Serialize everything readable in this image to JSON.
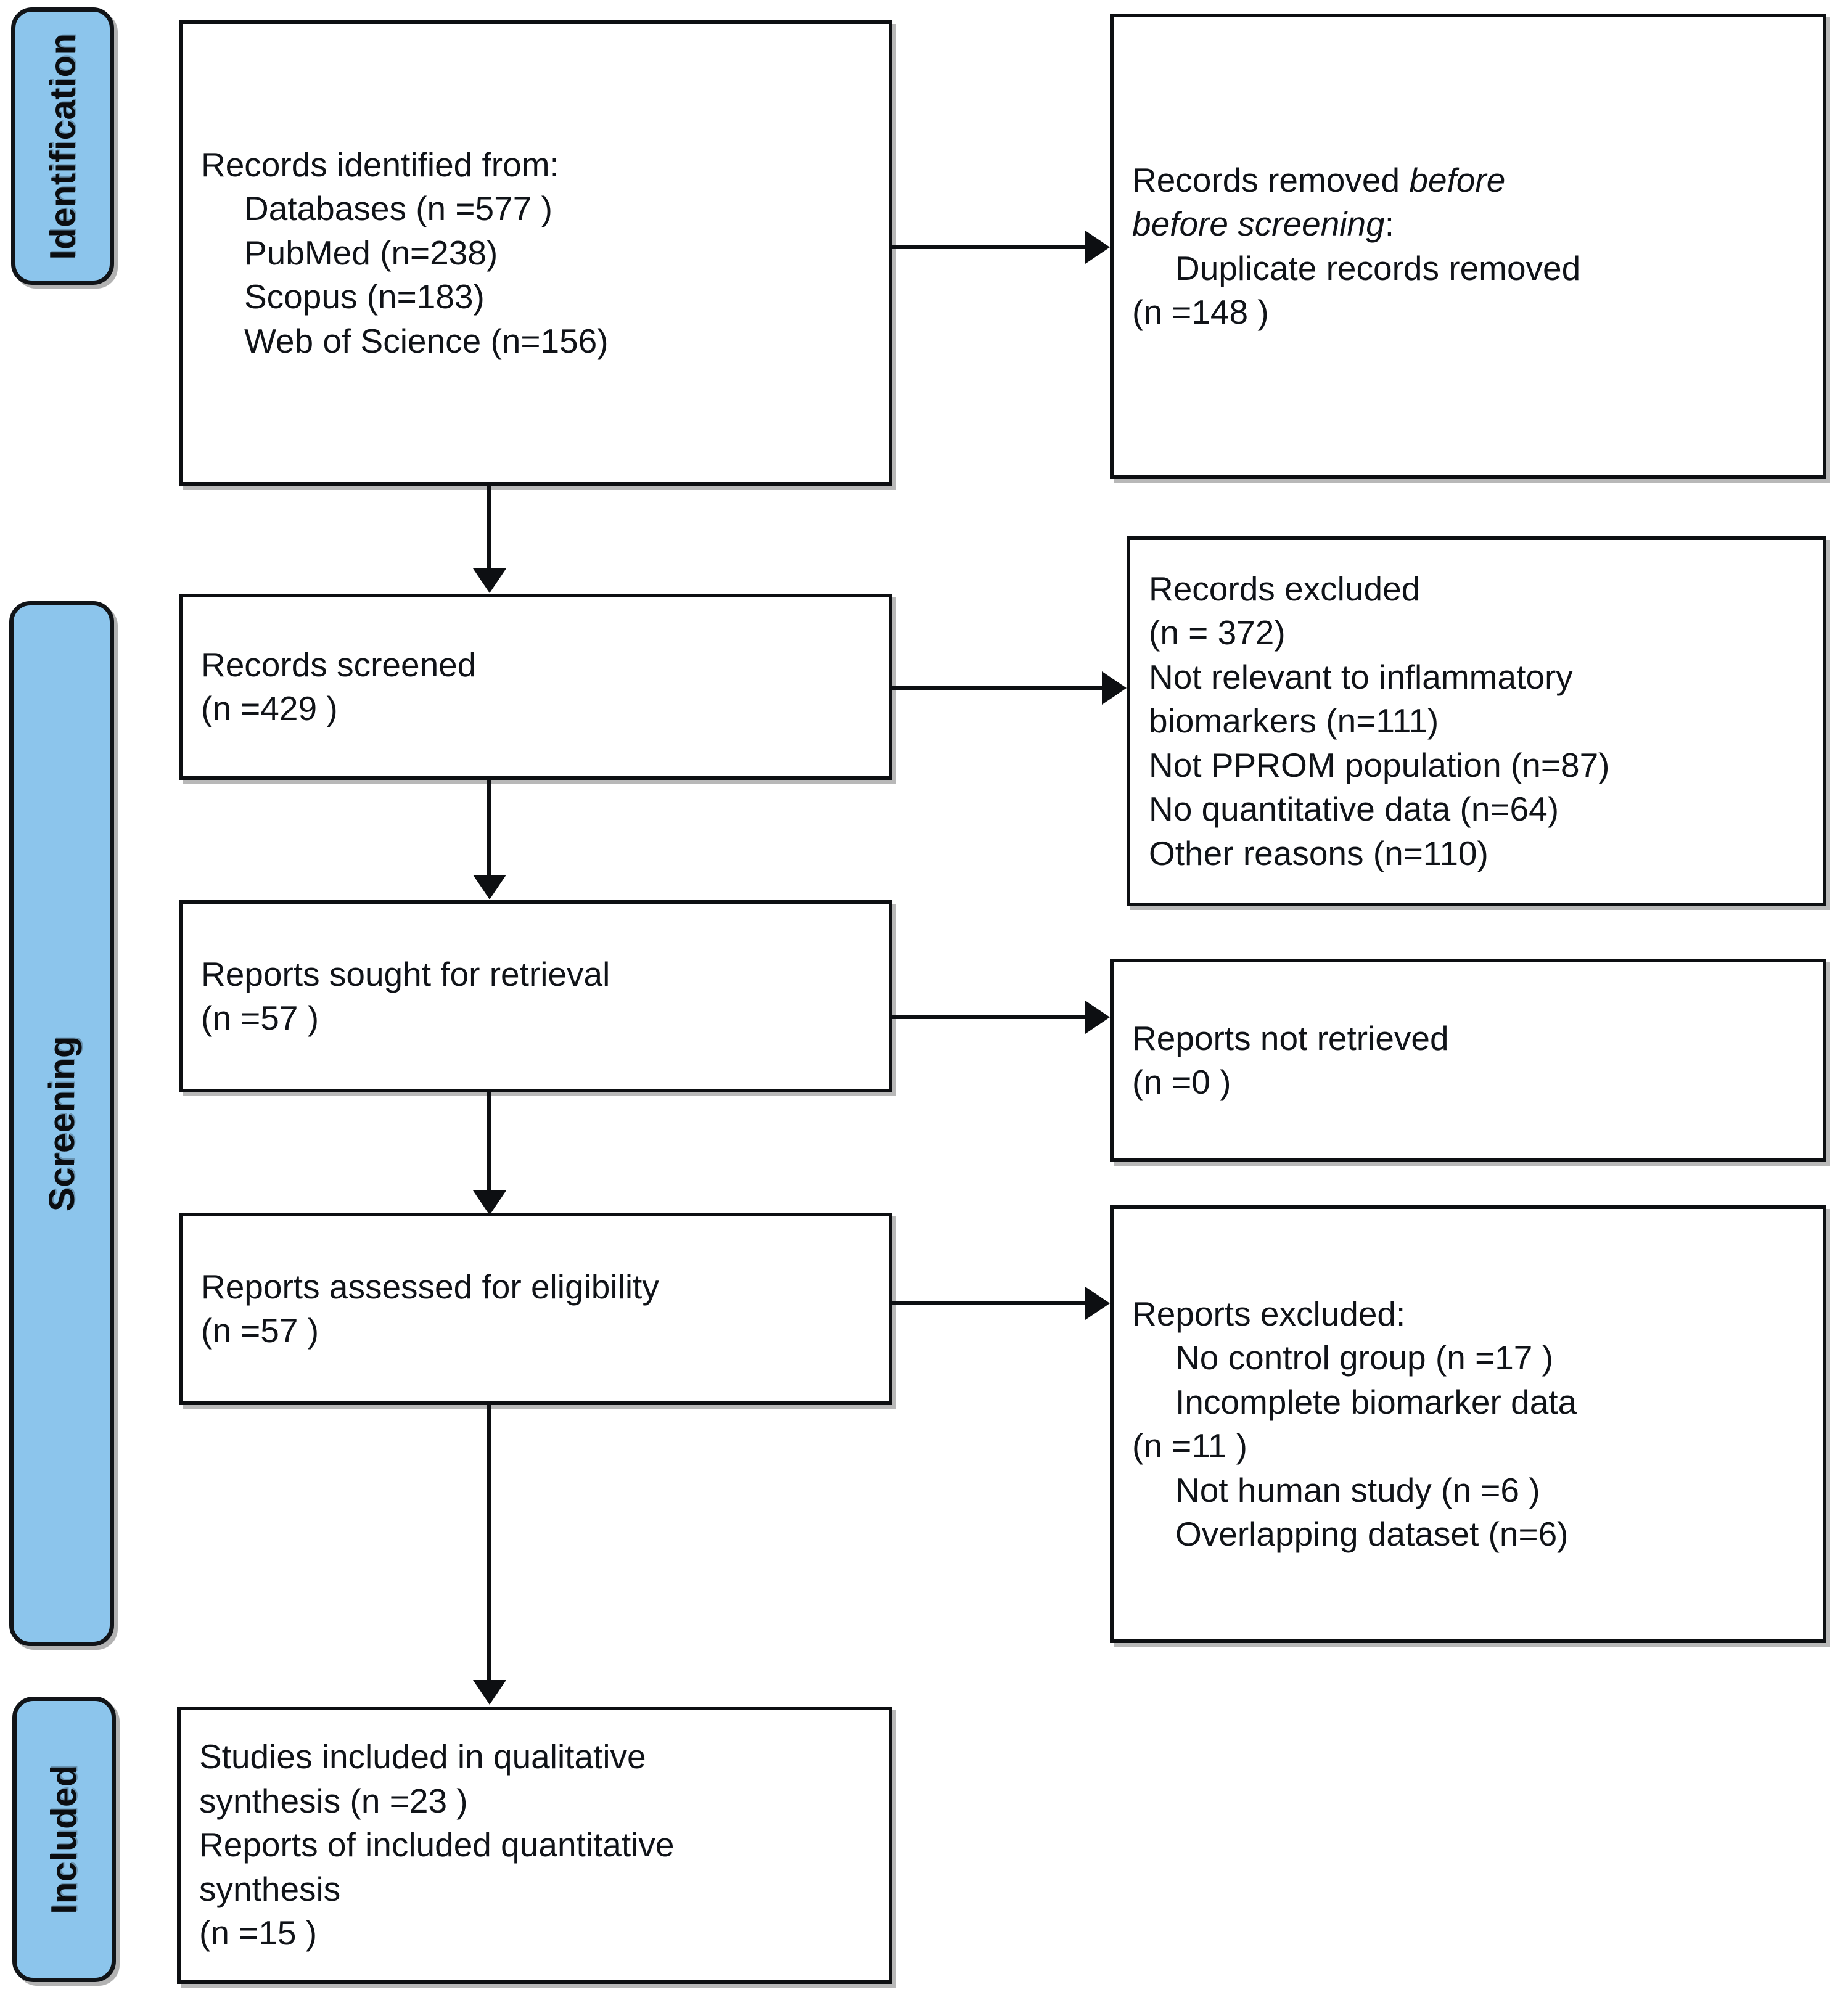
{
  "diagram": {
    "type": "prisma-flow-diagram",
    "accent_color": "#8cc5ec",
    "line_color": "#0d0f12",
    "background": "#ffffff"
  },
  "stages": [
    {
      "id": "identification",
      "label": "Identification"
    },
    {
      "id": "screening",
      "label": "Screening"
    },
    {
      "id": "included",
      "label": "Included"
    }
  ],
  "boxes": {
    "records_identified": {
      "lines": [
        "Records identified from:",
        "Databases (n =577 )",
        "PubMed (n=238)",
        "Scopus (n=183)",
        "Web of Science (n=156)"
      ]
    },
    "records_removed": {
      "lines": [
        "Records removed ",
        "before screening",
        ":",
        "Duplicate records removed",
        "(n =148 )"
      ]
    },
    "records_screened": {
      "lines": [
        "Records screened",
        "(n =429 )"
      ]
    },
    "records_excluded": {
      "lines": [
        "Records excluded",
        "(n = 372)",
        "Not relevant to inflammatory",
        "biomarkers (n=111)",
        "Not PPROM population (n=87)",
        "No quantitative data (n=64)",
        "Other reasons (n=110)"
      ]
    },
    "reports_sought": {
      "lines": [
        "Reports sought for retrieval",
        "(n =57 )"
      ]
    },
    "reports_not_retrieved": {
      "lines": [
        "Reports not retrieved",
        "(n =0 )"
      ]
    },
    "reports_assessed": {
      "lines": [
        "Reports assessed for eligibility",
        "(n =57 )"
      ]
    },
    "reports_excluded": {
      "lines": [
        "Reports excluded:",
        "No control group (n =17 )",
        "Incomplete biomarker data",
        "(n =11 )",
        "Not human study (n =6 )",
        "Overlapping dataset (n=6)"
      ]
    },
    "studies_included": {
      "lines": [
        "Studies included in qualitative",
        "synthesis (n =23 )",
        "Reports of included quantitative",
        "synthesis",
        "(n =15 )"
      ]
    }
  },
  "counts": {
    "databases_total": 577,
    "pubmed": 238,
    "scopus": 183,
    "web_of_science": 156,
    "duplicates_removed": 148,
    "records_screened": 429,
    "records_excluded_total": 372,
    "not_relevant_biomarkers": 111,
    "not_pprom_population": 87,
    "no_quantitative_data": 64,
    "other_reasons": 110,
    "reports_sought": 57,
    "reports_not_retrieved": 0,
    "reports_assessed": 57,
    "no_control_group": 17,
    "incomplete_biomarker_data": 11,
    "not_human_study": 6,
    "overlapping_dataset": 6,
    "qualitative_synthesis": 23,
    "quantitative_synthesis": 15
  }
}
